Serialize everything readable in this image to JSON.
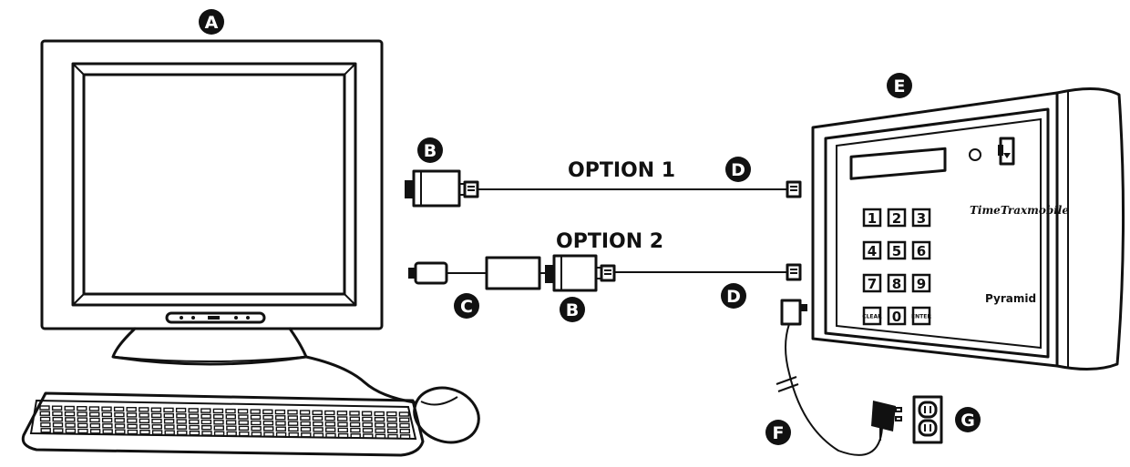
{
  "labels": {
    "a": "A",
    "b_top": "B",
    "b_bottom": "B",
    "c": "C",
    "d_top": "D",
    "d_bottom": "D",
    "e": "E",
    "f": "F",
    "g": "G"
  },
  "options": {
    "option1": "OPTION 1",
    "option2": "OPTION 2"
  },
  "keypad": {
    "keys": [
      "1",
      "2",
      "3",
      "4",
      "5",
      "6",
      "7",
      "8",
      "9",
      "CLEAR",
      "0",
      "ENTER"
    ]
  },
  "brand": {
    "product_logo": "TimeTraxmobile",
    "maker_logo": "Pyramid"
  }
}
